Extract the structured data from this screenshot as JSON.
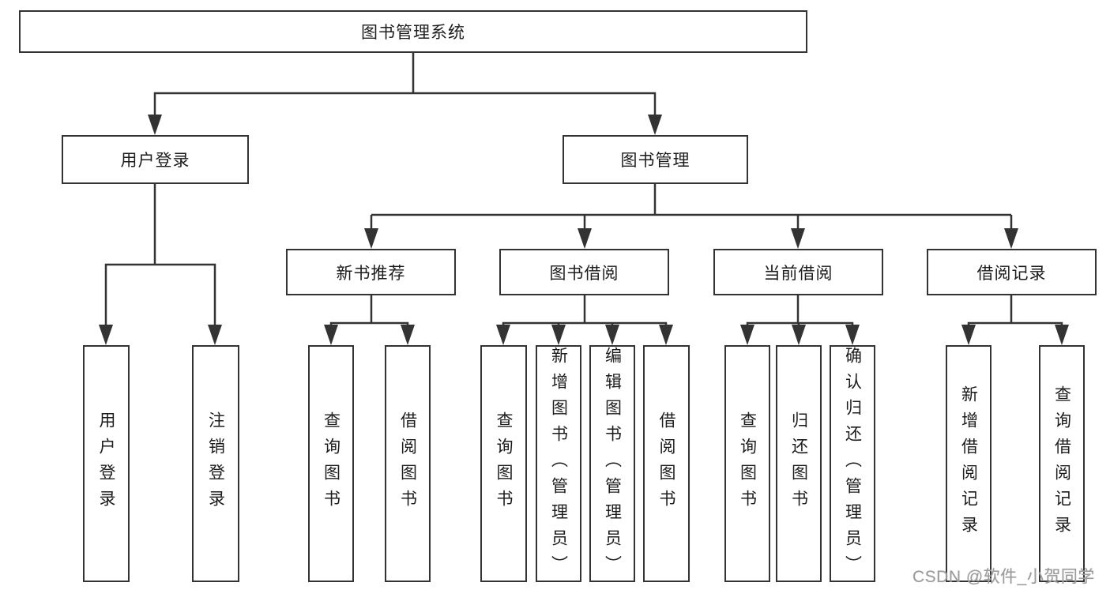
{
  "page": {
    "background": "#ffffff",
    "line_color": "#333333",
    "box_border_color": "#333333",
    "text_color": "#1c1c1c",
    "watermark": "CSDN @软件_小贺同学",
    "watermark_color": "#9b9b9b"
  },
  "tree": {
    "label": "图书管理系统",
    "children": [
      {
        "label": "用户登录",
        "children": [
          {
            "label": "用户登录"
          },
          {
            "label": "注销登录"
          }
        ]
      },
      {
        "label": "图书管理",
        "children": [
          {
            "label": "新书推荐",
            "children": [
              {
                "label": "查询图书"
              },
              {
                "label": "借阅图书"
              }
            ]
          },
          {
            "label": "图书借阅",
            "children": [
              {
                "label": "查询图书"
              },
              {
                "label": "新增图书（管理员）"
              },
              {
                "label": "编辑图书（管理员）"
              },
              {
                "label": "借阅图书"
              }
            ]
          },
          {
            "label": "当前借阅",
            "children": [
              {
                "label": "查询图书"
              },
              {
                "label": "归还图书"
              },
              {
                "label": "确认归还（管理员）"
              }
            ]
          },
          {
            "label": "借阅记录",
            "children": [
              {
                "label": "新增借阅记录"
              },
              {
                "label": "查询借阅记录"
              }
            ]
          }
        ]
      }
    ]
  }
}
